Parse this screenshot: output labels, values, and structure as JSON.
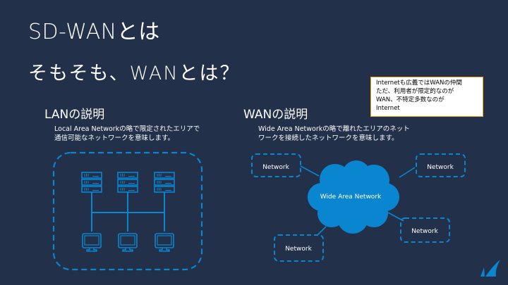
{
  "slide": {
    "title": "SD-WANとは",
    "subtitle": "そもそも、WANとは？",
    "accent_color": "#0a86d0",
    "background_color": "#233049"
  },
  "lan": {
    "heading": "LANの説明",
    "description_lines": [
      "Local Area Networkの略で限定されたエリアで",
      "通信可能なネットワークを意味します。"
    ],
    "diagram": {
      "servers": [
        "server-1",
        "server-2",
        "server-3"
      ],
      "monitors": [
        "monitor-1",
        "monitor-2",
        "monitor-3"
      ]
    }
  },
  "wan": {
    "heading": "WANの説明",
    "description_lines": [
      "Wide Area Networkの略で離れたエリアのネット",
      "ワークを接続したネットワークを意味します。"
    ],
    "diagram": {
      "cloud_label": "Wide Area Network",
      "networks": [
        "Network",
        "Network",
        "Network",
        "Network"
      ]
    }
  },
  "callout": {
    "lines": [
      "Internetも広義ではWANの仲間",
      "ただ、利用者が限定的なのが",
      "WAN、不特定多数なのが",
      "Internet"
    ],
    "border_color": "#f0a51e"
  },
  "logo": {
    "icon": "shark-fin-logo-icon"
  }
}
